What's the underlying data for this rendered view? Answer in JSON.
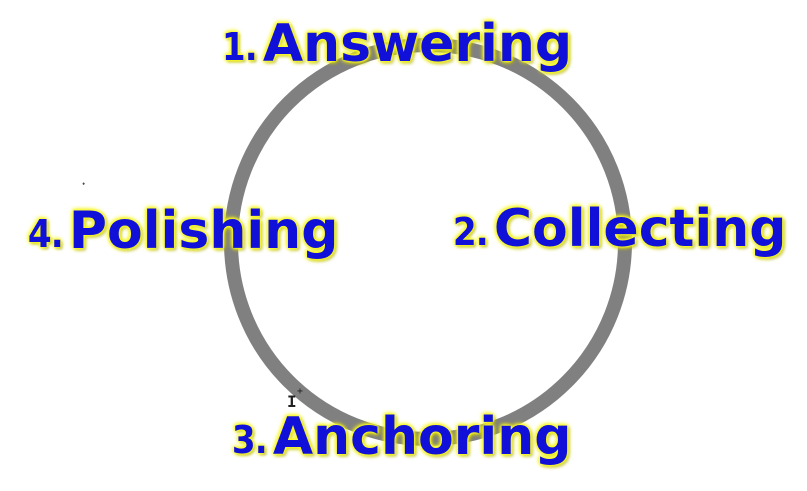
{
  "diagram": {
    "ring_color": "#808080",
    "label_color": "#1010d8",
    "glow_color": "#ffff33",
    "steps": [
      {
        "number": "1.",
        "word": "Answering"
      },
      {
        "number": "2.",
        "word": "Collecting"
      },
      {
        "number": "3.",
        "word": "Anchoring"
      },
      {
        "number": "4.",
        "word": "Polishing"
      }
    ]
  },
  "cursor": {
    "icon": "text-cursor-icon"
  }
}
